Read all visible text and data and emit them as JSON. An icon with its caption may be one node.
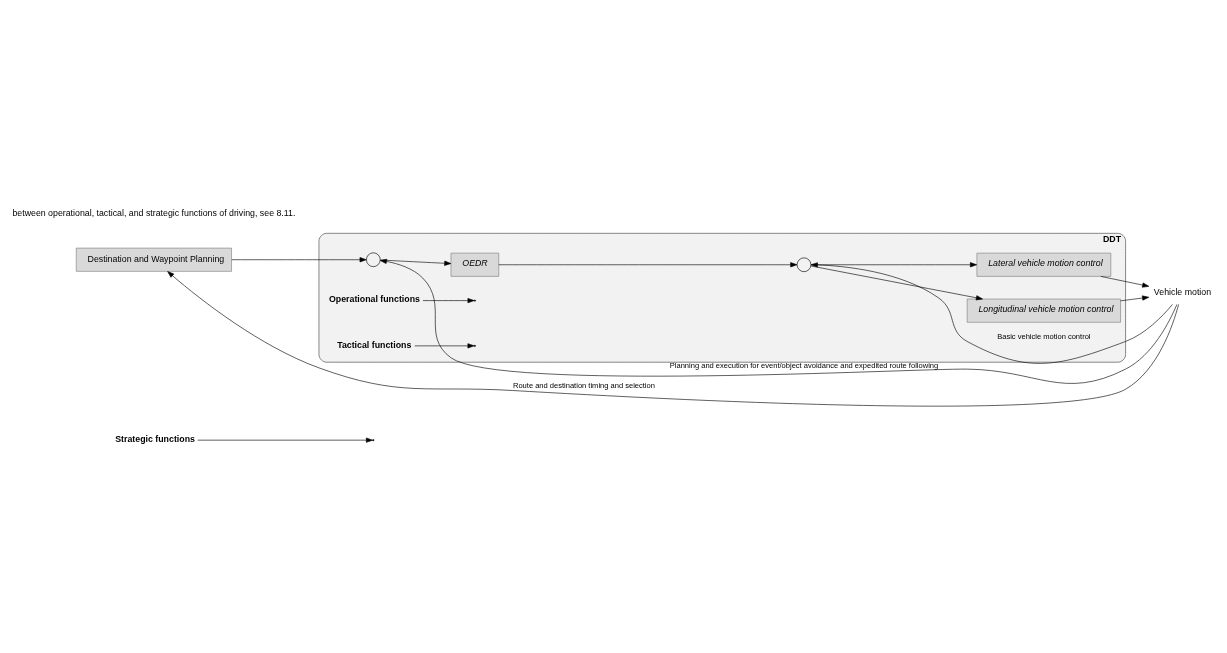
{
  "diagram": {
    "nodes": [
      {
        "text": [
          "DDT"
        ]
      },
      {
        "text": [
          "Destination and Waypoint Planning"
        ]
      },
      {
        "text": [],
        "shape": "circle",
        "in": 0
      },
      {
        "text": [
          "OEDR"
        ],
        "in": 0
      },
      {
        "text": [],
        "shape": "circle",
        "in": 0
      },
      {
        "text": [
          "Lateral vehicle motion control"
        ],
        "in": 0
      },
      {
        "text": [
          "Longitudinal vehicle motion control"
        ],
        "in": 0
      },
      {
        "text": [
          "Vehicle motion"
        ]
      },
      {
        "text": [
          "Operational functions"
        ],
        "in": 0
      },
      {
        "text": [
          "Tactical functions"
        ],
        "in": 0
      },
      {
        "text": [
          "Strategic functions"
        ]
      }
    ],
    "edges": [
      {
        "from": 1,
        "to": 2,
        "arrow": "to"
      },
      {
        "from": 2,
        "to": 3,
        "arrow": "to"
      },
      {
        "from": 3,
        "to": 4,
        "arrow": "to"
      },
      {
        "from": 4,
        "to": 5,
        "arrow": "to"
      },
      {
        "from": 4,
        "to": 6,
        "arrow": "to"
      },
      {
        "from": 5,
        "to": 7,
        "arrow": "to"
      },
      {
        "from": 6,
        "to": 7,
        "arrow": "to"
      },
      {
        "from": 7,
        "to": 4,
        "arrow": "to",
        "label": "Basic vehicle motion control"
      },
      {
        "from": 7,
        "to": 2,
        "arrow": "to",
        "label": "Planning and execution for event/object avoidance and expedited route following"
      },
      {
        "from": 7,
        "to": 1,
        "arrow": "to",
        "label": "Route and destination timing and selection"
      },
      {
        "from": 8,
        "to": null,
        "arrow": "to"
      },
      {
        "from": 9,
        "to": null,
        "arrow": "to"
      },
      {
        "from": 10,
        "to": null,
        "arrow": "to"
      }
    ],
    "labels": [
      "between operational, tactical, and strategic functions of driving, see 8.11."
    ]
  }
}
